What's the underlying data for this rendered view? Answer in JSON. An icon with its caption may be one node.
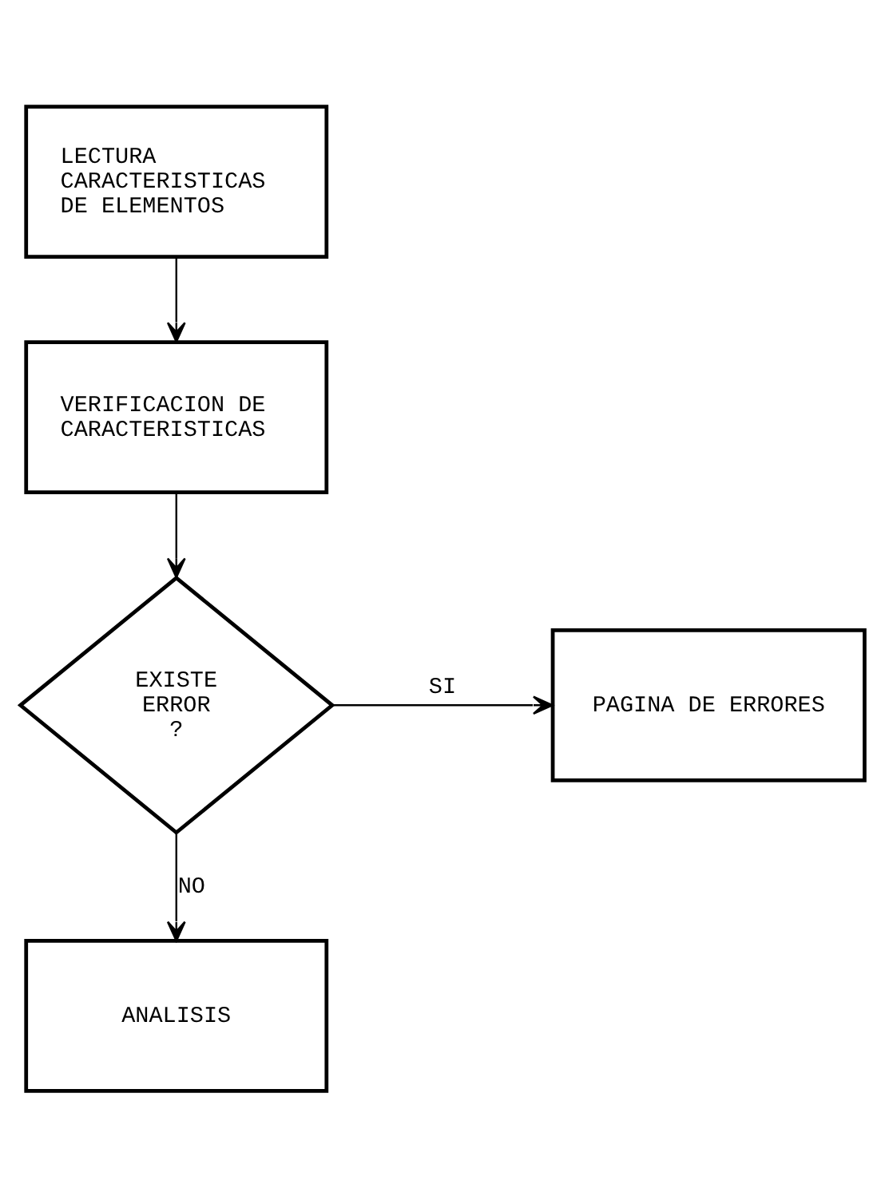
{
  "diagram": {
    "nodes": [
      {
        "text": [
          "LECTURA CARACTERISTICAS DE ELEMENTOS"
        ]
      },
      {
        "text": [
          "VERIFICACION DE CARACTERISTICAS"
        ]
      },
      {
        "text": [
          "EXISTE ERROR ?"
        ]
      },
      {
        "text": [
          "PAGINA DE ERRORES"
        ]
      },
      {
        "text": [
          "ANALISIS"
        ]
      }
    ],
    "edges": [
      {
        "from": 0,
        "to": 1,
        "arrow": "to"
      },
      {
        "from": 1,
        "to": 2,
        "arrow": "to"
      },
      {
        "from": 2,
        "to": 3,
        "arrow": "to",
        "label": "SI"
      },
      {
        "from": 2,
        "to": 4,
        "arrow": "to",
        "label": "NO"
      }
    ]
  }
}
